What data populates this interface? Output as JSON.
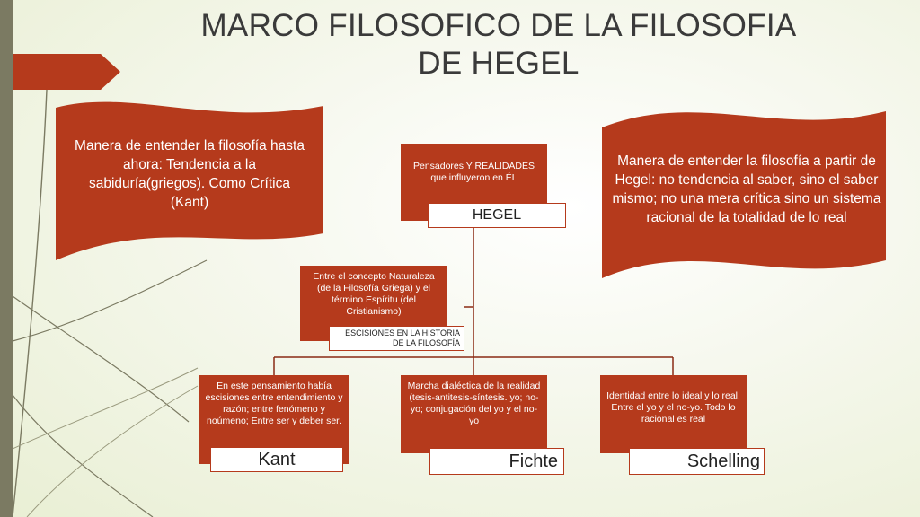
{
  "title": {
    "line1": "MARCO FILOSOFICO DE LA FILOSOFIA",
    "line2": "DE HEGEL"
  },
  "colors": {
    "box": "#b53a1c",
    "accent": "#7b7a62",
    "line": "#8a2a14"
  },
  "left_flag": "Manera de entender la filosofía hasta ahora:  Tendencia a la sabiduría(griegos).  Como Crítica (Kant)",
  "right_flag": "Manera de entender la filosofía  a partir de Hegel:  no tendencia al saber, sino el saber mismo; no una mera crítica sino un sistema racional de la totalidad de lo real",
  "org": {
    "root": {
      "text": "Pensadores  Y REALIDADES que influyeron en ÉL",
      "label": "HEGEL"
    },
    "middle": {
      "text": "Entre el concepto Naturaleza (de la Filosofía Griega) y el término Espíritu (del Cristianismo)",
      "label": "ESCISIONES EN LA HISTORIA DE LA FILOSOFÍA"
    },
    "children": [
      {
        "text": "En este pensamiento había escisiones entre entendimiento y razón; entre fenómeno y noúmeno; Entre ser y deber ser.",
        "label": "Kant"
      },
      {
        "text": "Marcha dialéctica de la realidad (tesis-antitesis-síntesis.  yo; no-yo; conjugación del yo y el no-yo",
        "label": "Fichte"
      },
      {
        "text": "Identidad entre lo ideal y lo real. Entre el yo y el no-yo. Todo lo racional es real",
        "label": "Schelling"
      }
    ]
  }
}
